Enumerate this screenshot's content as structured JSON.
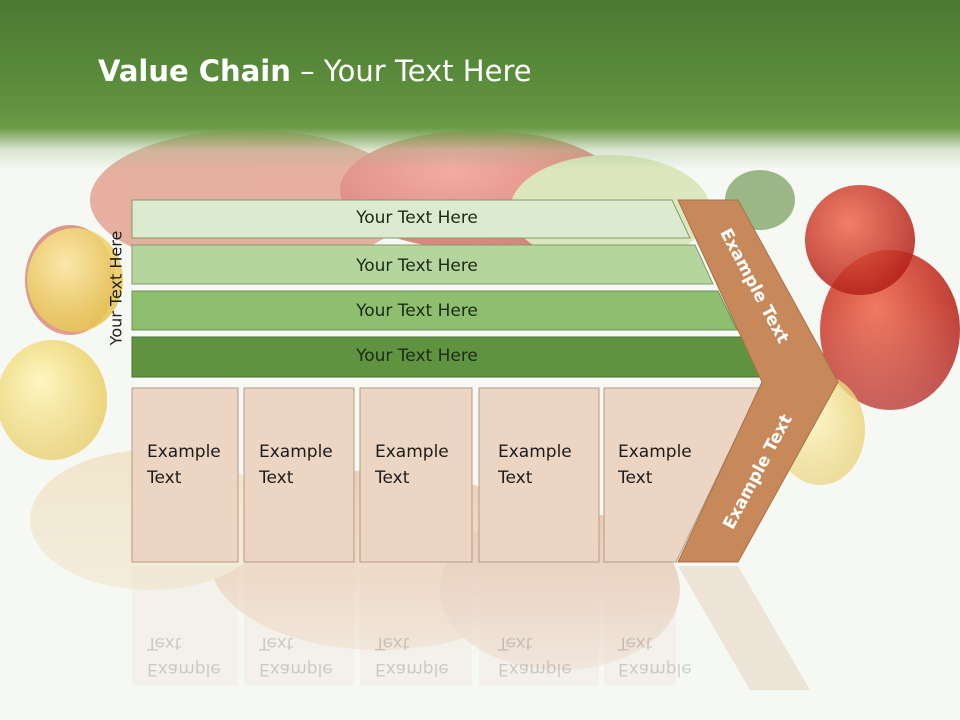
{
  "slide": {
    "title_bold": "Value Chain",
    "title_rest": " – Your Text Here",
    "side_label": "Your Text Here"
  },
  "bars": [
    {
      "label": "Your Text Here",
      "color": "#dceacf"
    },
    {
      "label": "Your Text Here",
      "color": "#b5d59e"
    },
    {
      "label": "Your Text Here",
      "color": "#8ebf6e"
    },
    {
      "label": "Your Text Here",
      "color": "#5f933f"
    }
  ],
  "cells": [
    {
      "label": "Example\nText"
    },
    {
      "label": "Example\nText"
    },
    {
      "label": "Example\nText"
    },
    {
      "label": "Example\nText"
    },
    {
      "label": "Example\nText"
    }
  ],
  "chevron": {
    "upper_label": "Example Text",
    "lower_label": "Example Text",
    "color": "#c8895a"
  },
  "colors": {
    "header_green": "#5d8f3c",
    "cell_fill": "#ecd5c2",
    "cell_border": "#b59a86"
  }
}
